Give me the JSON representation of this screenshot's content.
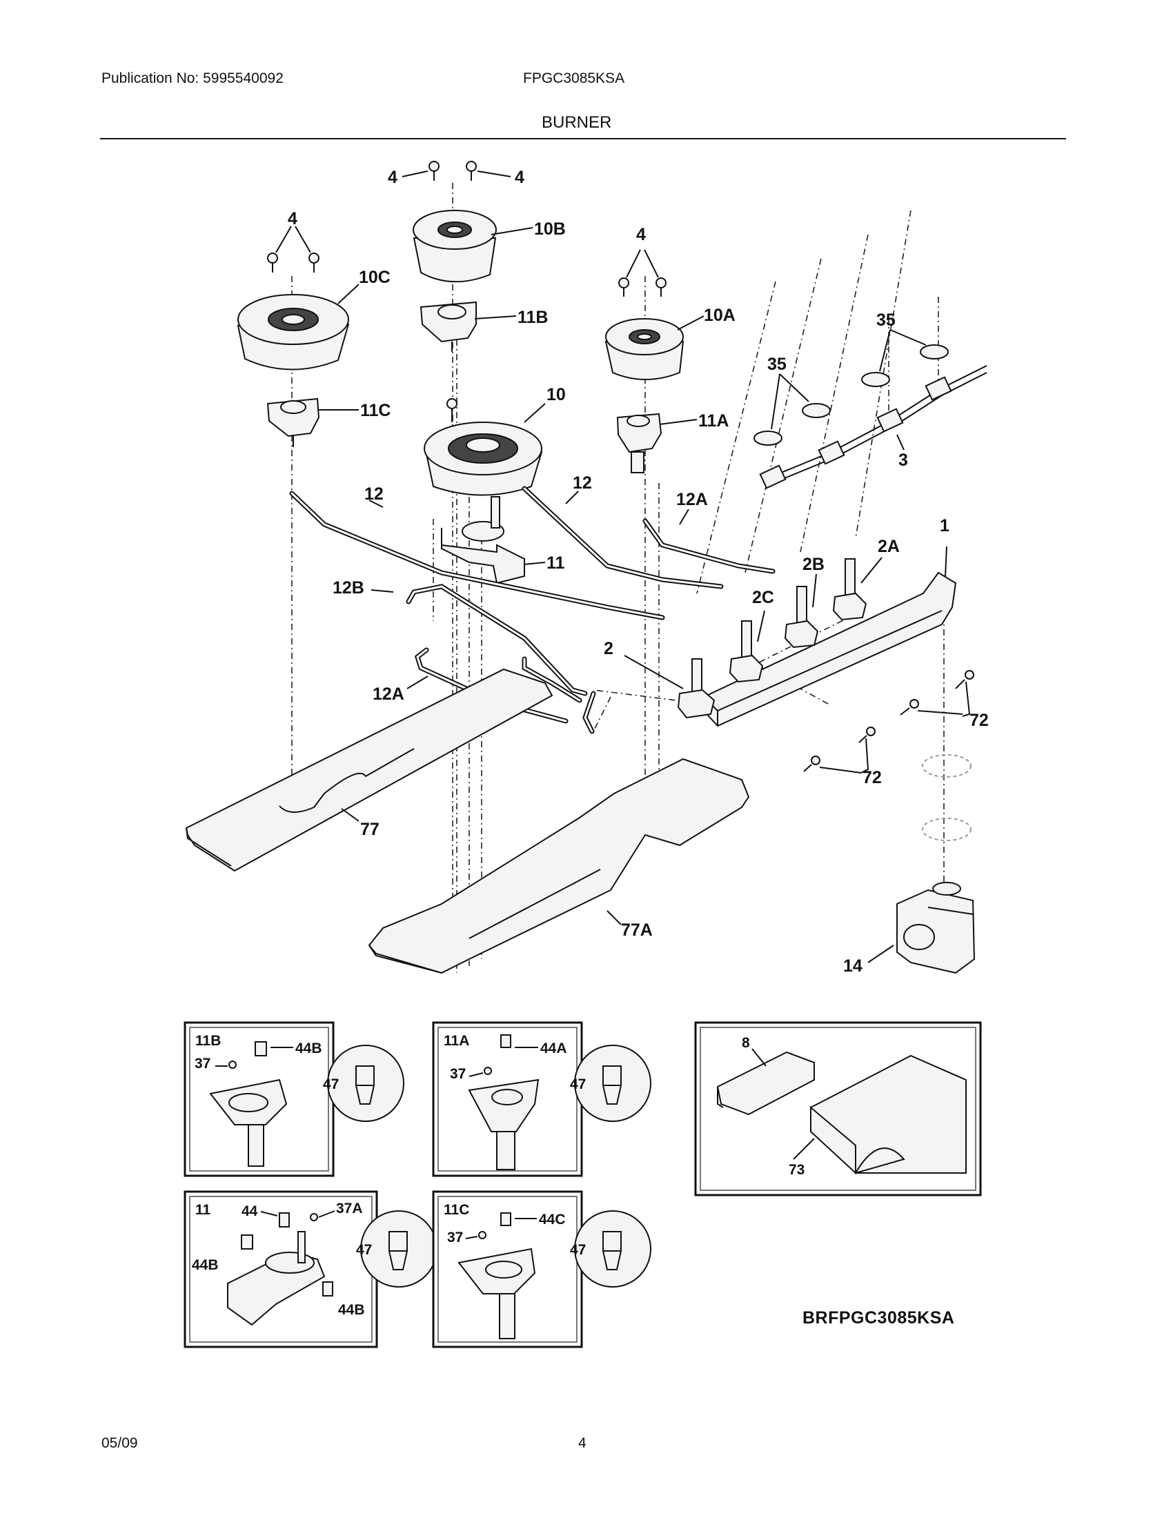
{
  "header": {
    "publication": "Publication No: 5995540092",
    "model": "FPGC3085KSA",
    "section": "BURNER"
  },
  "labels": {
    "screw_top_left": "4",
    "screw_top_right": "4",
    "screw_left_group": "4",
    "screw_right_group": "4",
    "cap_10B": "10B",
    "cap_10C": "10C",
    "cap_10A": "10A",
    "head_11B": "11B",
    "head_11C": "11C",
    "head_11A": "11A",
    "head_11": "11",
    "burner_10": "10",
    "tube_12_left": "12",
    "tube_12_right": "12",
    "tube_12A_right": "12A",
    "tube_12A_left": "12A",
    "tube_12B": "12B",
    "grommet_35_top": "35",
    "grommet_35_mid": "35",
    "harness_3": "3",
    "manifold_1": "1",
    "valve_2A": "2A",
    "valve_2B": "2B",
    "valve_2C": "2C",
    "valve_2": "2",
    "screw_72_right": "72",
    "screw_72_bottom": "72",
    "bracket_77": "77",
    "bracket_77A": "77A",
    "regulator_14": "14"
  },
  "detail_11B": {
    "title": "11B",
    "part_44B": "44B",
    "part_37": "37",
    "part_47": "47"
  },
  "detail_11A": {
    "title": "11A",
    "part_44A": "44A",
    "part_37": "37",
    "part_47": "47"
  },
  "detail_8": {
    "part_8": "8",
    "part_73": "73"
  },
  "detail_11": {
    "title": "11",
    "part_44": "44",
    "part_37A": "37A",
    "part_44B_left": "44B",
    "part_44B_right": "44B",
    "part_47": "47"
  },
  "detail_11C": {
    "title": "11C",
    "part_44C": "44C",
    "part_37": "37",
    "part_47": "47"
  },
  "drawing_code": "BRFPGC3085KSA",
  "footer": {
    "date": "05/09",
    "page": "4"
  }
}
